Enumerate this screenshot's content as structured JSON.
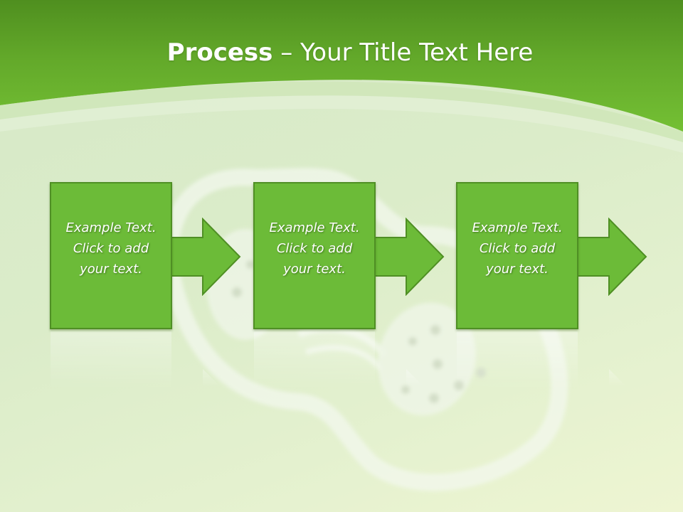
{
  "slide": {
    "title_bold": "Process",
    "title_separator": " – ",
    "title_rest": "Your Title Text Here",
    "steps": [
      {
        "text": "Example Text.\nClick  to add\nyour text."
      },
      {
        "text": "Example Text.\nClick  to add\nyour text."
      },
      {
        "text": "Example Text.\nClick  to add\nyour text."
      }
    ]
  },
  "colors": {
    "header_green": "#6dbb30",
    "box_fill": "#6cbb38",
    "box_border": "#4f8f24",
    "background": "#dbecc9"
  },
  "icons": [
    "arrow-right-icon",
    "peanut-shrimp-watermark"
  ]
}
